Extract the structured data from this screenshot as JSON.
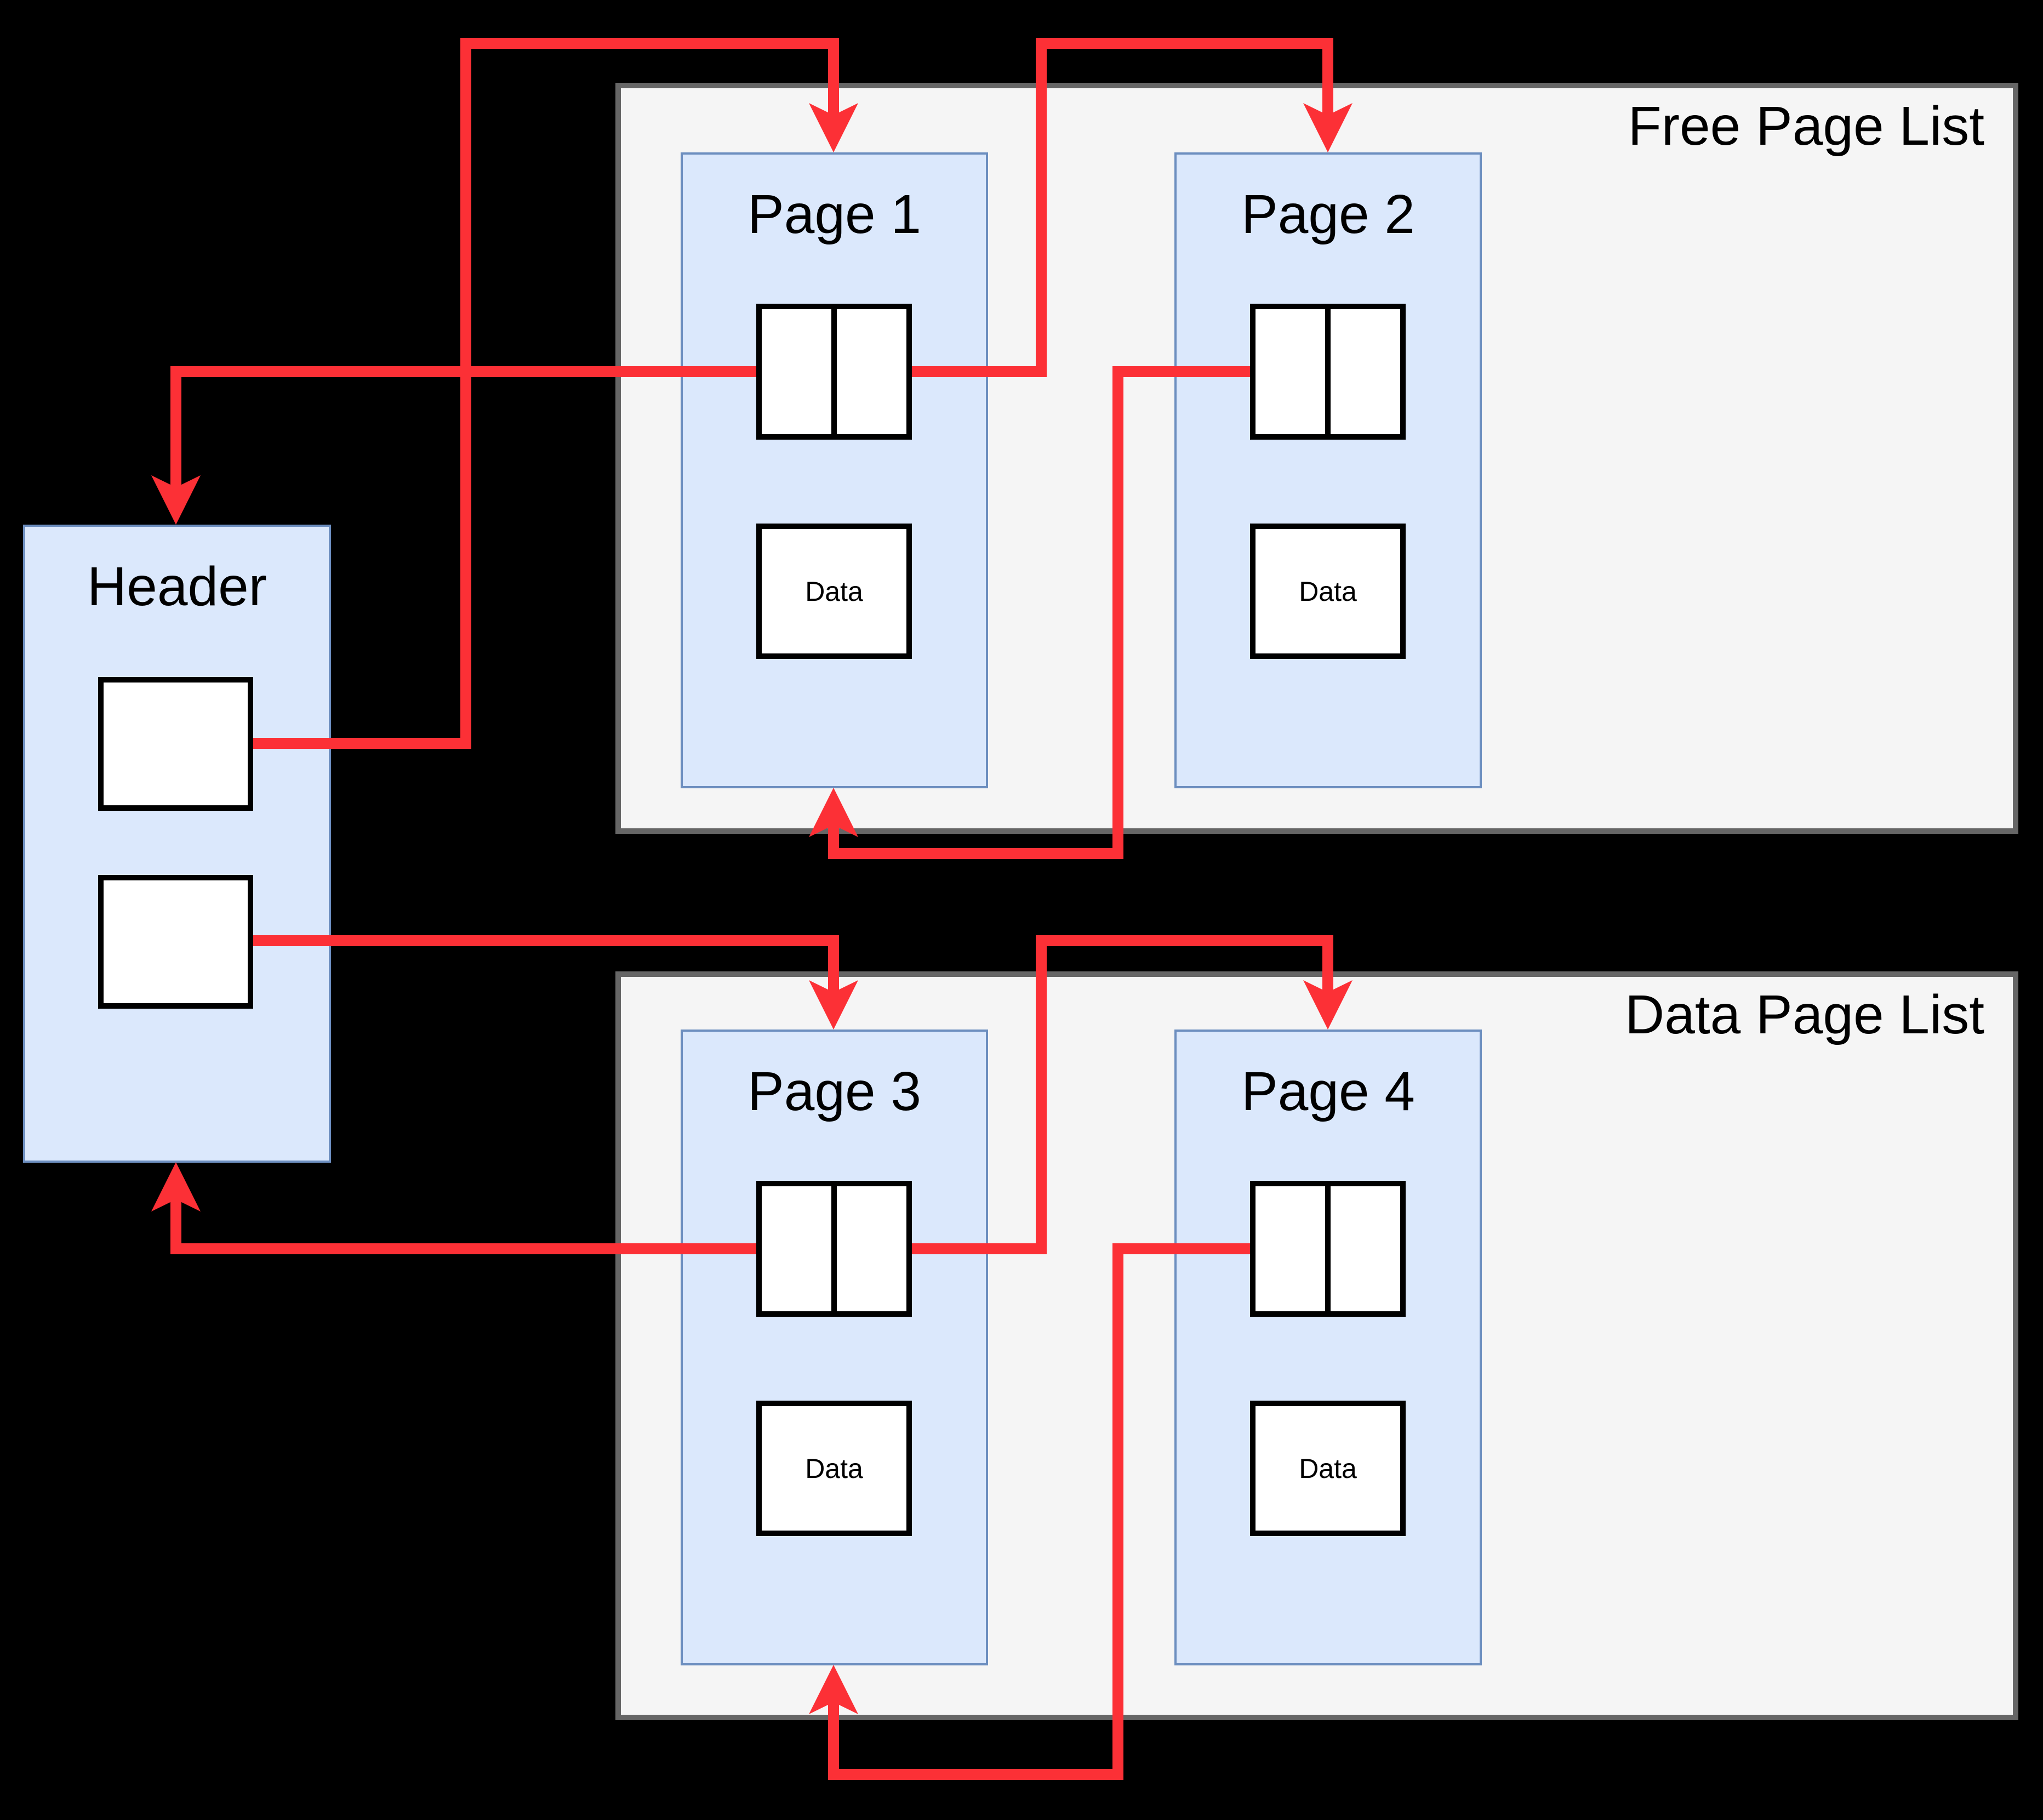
{
  "diagram": {
    "colors": {
      "background": "#000000",
      "arrow_red": "#FC3036",
      "container_fill": "#F5F5F5",
      "container_border": "#666666",
      "page_fill": "#DBE8FC",
      "page_border": "#6C8EBF"
    },
    "free_list": {
      "label": "Free Page List"
    },
    "data_list": {
      "label": "Data Page List"
    },
    "header": {
      "label": "Header"
    },
    "pages": [
      {
        "label": "Page 1",
        "data_label": "Data"
      },
      {
        "label": "Page 2",
        "data_label": "Data"
      },
      {
        "label": "Page 3",
        "data_label": "Data"
      },
      {
        "label": "Page 4",
        "data_label": "Data"
      }
    ]
  }
}
